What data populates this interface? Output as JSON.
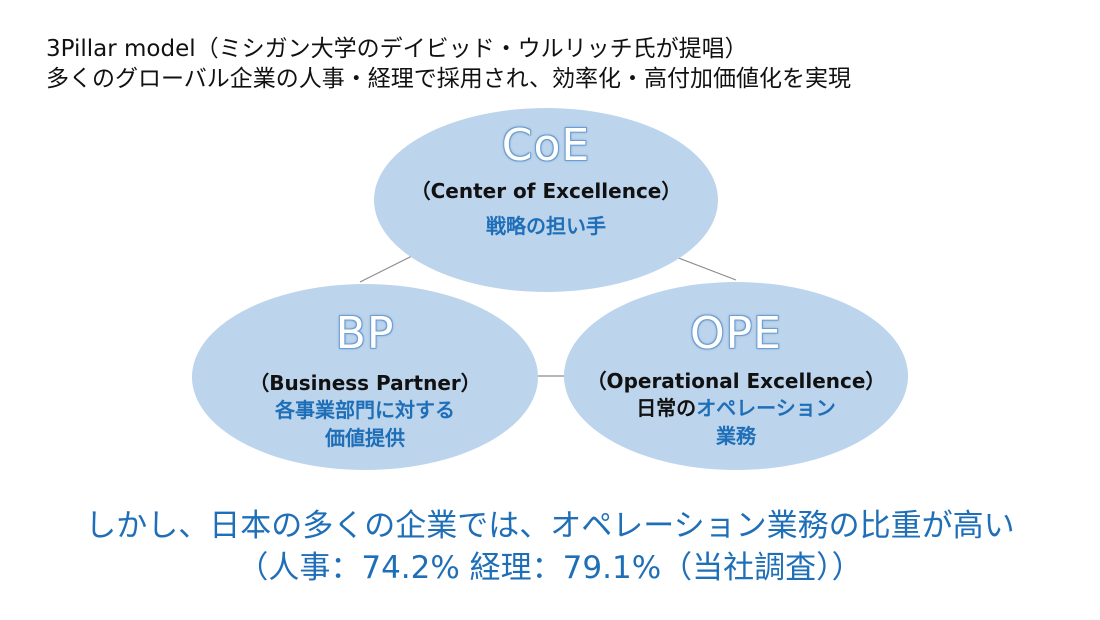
{
  "header": {
    "line1": "3Pillar model（ミシガン大学のデイビッド・ウルリッチ氏が提唱）",
    "line2": "多くのグローバル企業の人事・経理で採用され、効率化・高付加価値化を実現"
  },
  "pillars": {
    "coe": {
      "abbr": "CoE",
      "full": "（Center of Excellence）",
      "role": "戦略の担い手"
    },
    "bp": {
      "abbr": "BP",
      "full": "（Business Partner）",
      "role_line1": "各事業部門に対する",
      "role_line2": "価値提供"
    },
    "ope": {
      "abbr": "OPE",
      "full": "（Operational Excellence）",
      "role_prefix": "日常の",
      "role_highlight": "オペレーション",
      "role_line2": "業務"
    }
  },
  "footer": {
    "line1": "しかし、日本の多くの企業では、オペレーション業務の比重が高い",
    "line2": "（人事：74.2% 経理：79.1%（当社調査））"
  },
  "colors": {
    "ellipse_fill": "#bcd4ec",
    "accent_blue": "#1f6fb8",
    "connector": "#8c8c8c"
  }
}
